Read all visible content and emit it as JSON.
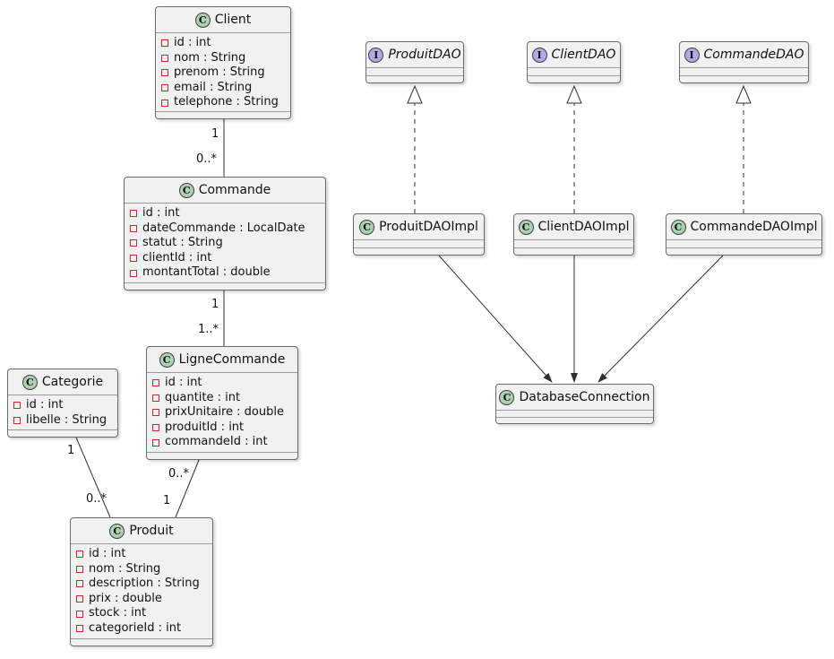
{
  "colors": {
    "box_fill": "#f1f1f1",
    "box_border": "#6b6b6b",
    "class_icon_fill": "#add1b2",
    "interface_icon_fill": "#b4a7e5",
    "field_marker": "#c82930",
    "edge": "#2f2f2f"
  },
  "icons": {
    "class_letter": "C",
    "interface_letter": "I"
  },
  "classes": {
    "client": {
      "name": "Client",
      "attributes": [
        "id : int",
        "nom : String",
        "prenom : String",
        "email : String",
        "telephone : String"
      ]
    },
    "commande": {
      "name": "Commande",
      "attributes": [
        "id : int",
        "dateCommande : LocalDate",
        "statut : String",
        "clientId : int",
        "montantTotal : double"
      ]
    },
    "ligne_commande": {
      "name": "LigneCommande",
      "attributes": [
        "id : int",
        "quantite : int",
        "prixUnitaire : double",
        "produitId : int",
        "commandeId : int"
      ]
    },
    "categorie": {
      "name": "Categorie",
      "attributes": [
        "id : int",
        "libelle : String"
      ]
    },
    "produit": {
      "name": "Produit",
      "attributes": [
        "id : int",
        "nom : String",
        "description : String",
        "prix : double",
        "stock : int",
        "categorieId : int"
      ]
    },
    "produit_dao_impl": {
      "name": "ProduitDAOImpl"
    },
    "client_dao_impl": {
      "name": "ClientDAOImpl"
    },
    "commande_dao_impl": {
      "name": "CommandeDAOImpl"
    },
    "database_connection": {
      "name": "DatabaseConnection"
    }
  },
  "interfaces": {
    "produit_dao": {
      "name": "ProduitDAO"
    },
    "client_dao": {
      "name": "ClientDAO"
    },
    "commande_dao": {
      "name": "CommandeDAO"
    }
  },
  "multiplicities": {
    "client_commande_source": "1",
    "client_commande_target": "0..*",
    "commande_ligne_source": "1",
    "commande_ligne_target": "1..*",
    "categorie_produit_source": "1",
    "categorie_produit_target": "0..*",
    "ligne_produit_source": "0..*",
    "ligne_produit_target": "1"
  }
}
